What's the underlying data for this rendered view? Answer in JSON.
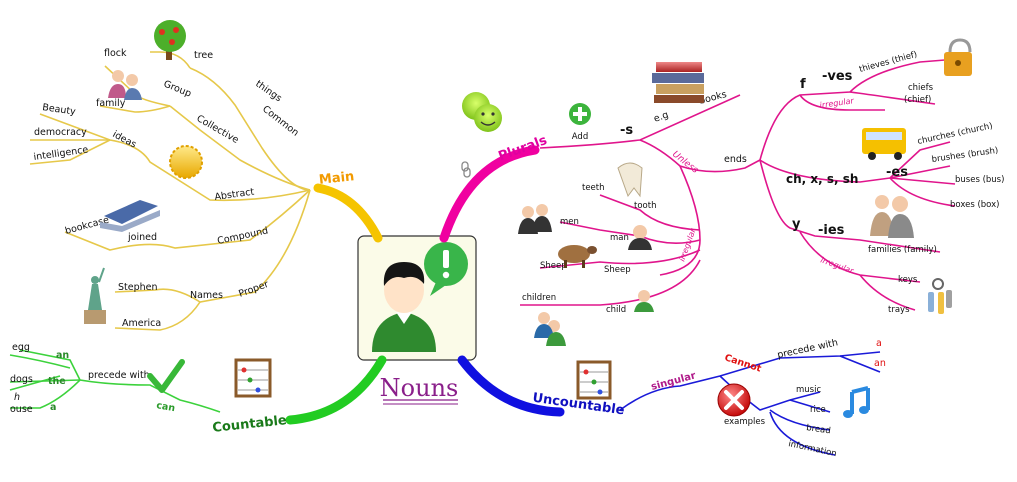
{
  "center": {
    "title": "Nouns"
  },
  "colors": {
    "main": "#e6c84a",
    "main_thick": "#f5c400",
    "plurals": "#e0158c",
    "plurals_thick": "#f000a0",
    "countable": "#3cd23c",
    "countable_thick": "#22cc22",
    "uncountable": "#1a1ad8",
    "uncountable_thick": "#1010e0",
    "red": "#e01010"
  },
  "main": {
    "label": "Main",
    "common": "Common",
    "things": "things",
    "tree": "tree",
    "collective": "Collective",
    "group": "Group",
    "flock": "flock",
    "family": "family",
    "abstract": "Abstract",
    "ideas": "ideas",
    "beauty": "Beauty",
    "democracy": "democracy",
    "intelligence": "intelligence",
    "compound": "Compound",
    "joined": "joined",
    "bookcase": "bookcase",
    "proper": "Proper",
    "names": "Names",
    "stephen": "Stephen",
    "america": "America"
  },
  "plurals": {
    "label": "Plurals",
    "add": "Add",
    "s": "-s",
    "eg": "e.g",
    "books": "books",
    "unless": "Unless",
    "ends": "ends",
    "f": "f",
    "ves": "-ves",
    "thieves": "thieves (thief)",
    "irregular": "irregular",
    "chiefs1": "chiefs",
    "chiefs2": "(chief)",
    "chxssh": "ch, x, s, sh",
    "es": "-es",
    "churches": "churches (church)",
    "brushes": "brushes (brush)",
    "buses": "buses (bus)",
    "boxes": "boxes (box)",
    "y": "y",
    "ies": "-ies",
    "families": "families (family)",
    "irregular2": "irregular",
    "keys": "keys",
    "trays": "trays",
    "irregular3": "irregular",
    "teeth": "teeth",
    "tooth": "tooth",
    "men": "men",
    "man": "man",
    "sheep1": "Sheep",
    "sheep2": "Sheep",
    "children": "children",
    "child": "child"
  },
  "countable": {
    "label": "Countable",
    "can": "can",
    "precede": "precede with",
    "an": "an",
    "the": "the",
    "a": "a",
    "egg": "egg",
    "dogs": "dogs",
    "h": "h",
    "ouse": "ouse"
  },
  "uncountable": {
    "label": "Uncountable",
    "singular": "singular",
    "cannot": "Cannot",
    "precede": "precede with",
    "a": "a",
    "an": "an",
    "examples": "examples",
    "music": "music",
    "rice": "rice",
    "bread": "bread",
    "information": "information"
  }
}
